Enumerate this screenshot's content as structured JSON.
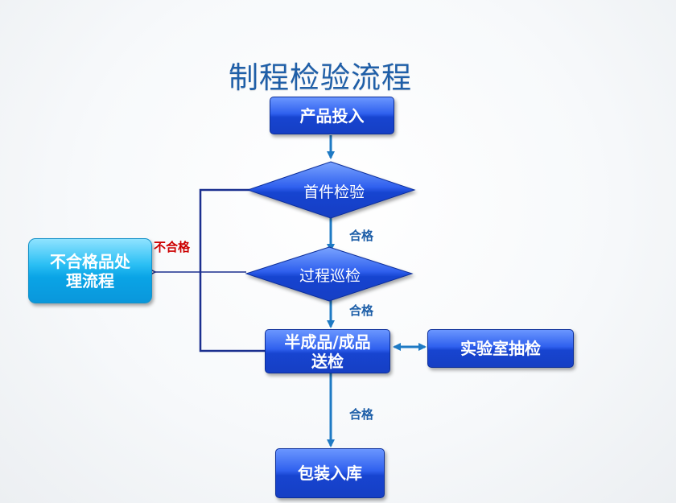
{
  "title": "制程检验流程",
  "nodes": {
    "product_input": "产品投入",
    "first_inspection": "首件检验",
    "patrol_inspection": "过程巡检",
    "semi_finished_line1": "半成品/成品",
    "semi_finished_line2": "送检",
    "lab_sampling": "实验室抽检",
    "packaging": "包装入库",
    "nonconforming_line1": "不合格品处",
    "nonconforming_line2": "理流程"
  },
  "edge_labels": {
    "pass_1": "合格",
    "pass_2": "合格",
    "pass_3": "合格",
    "fail": "不合格"
  },
  "colors": {
    "title": "#1f5fa8",
    "box_dark": "#1744d0",
    "box_cyan": "#0aa4e6",
    "arrow": "#1e7ac4",
    "loop_line": "#1b2f8f",
    "pass_label": "#1d5ea8",
    "fail_label": "#cc0000"
  }
}
